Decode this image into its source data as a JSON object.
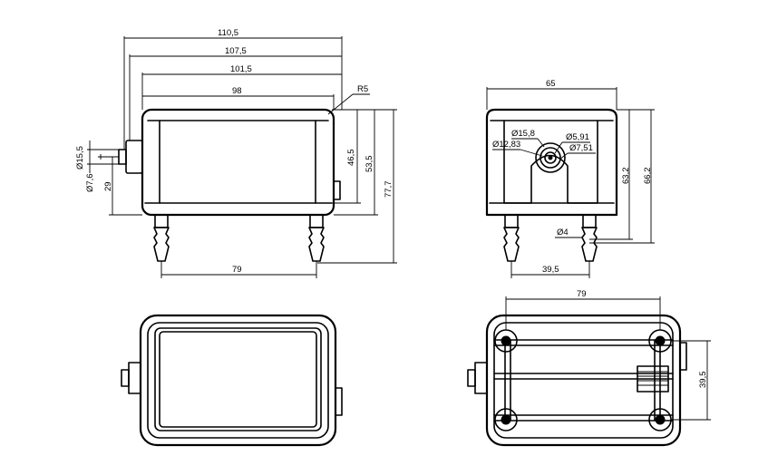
{
  "dimensions": {
    "front": {
      "width_overall": "110,5",
      "width_body_nozzle": "107,5",
      "width_body": "101,5",
      "width_top": "98",
      "radius": "R5",
      "diam_nozzle": "Ø15,5",
      "diam_inner": "Ø7,6",
      "height_inlet": "29",
      "height_body": "46,5",
      "height_to_feet": "53,5",
      "height_total": "77,7",
      "feet_spacing": "79"
    },
    "side": {
      "width": "65",
      "d1": "Ø15,8",
      "d2": "Ø12,83",
      "d3": "Ø5,91",
      "d4": "Ø7,51",
      "height1": "63,2",
      "height2": "66,2",
      "foot_diam": "Ø4",
      "feet_spacing": "39,5"
    },
    "bottom": {
      "feet_spacing_x": "79",
      "feet_spacing_y": "39,5"
    }
  }
}
